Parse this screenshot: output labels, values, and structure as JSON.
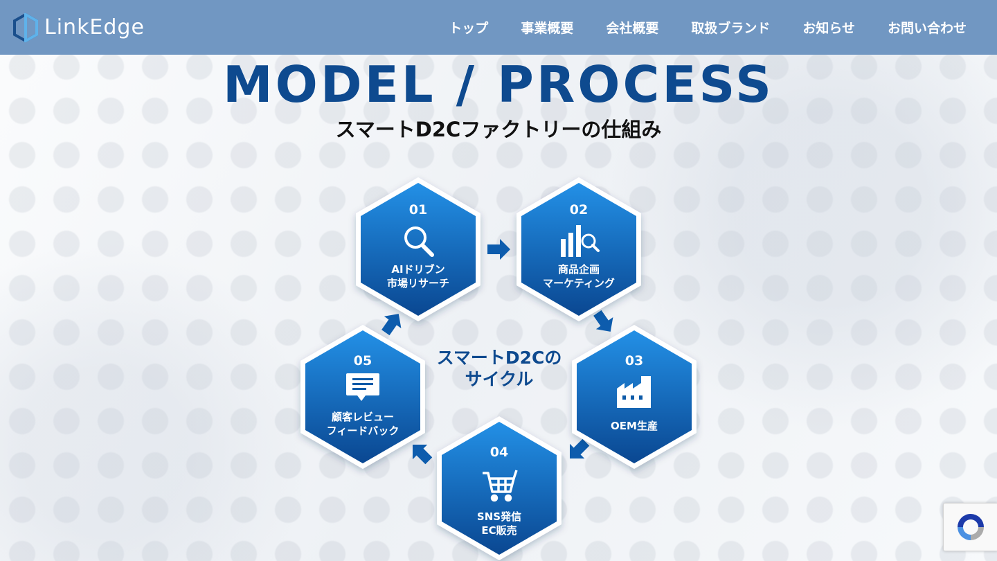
{
  "header": {
    "logo_text": "LinkEdge",
    "nav": [
      "トップ",
      "事業概要",
      "会社概要",
      "取扱ブランド",
      "お知らせ",
      "お問い合わせ"
    ]
  },
  "hero": {
    "title": "MODEL / PROCESS",
    "subtitle": "スマートD2Cファクトリーの仕組み"
  },
  "cycle": {
    "center_line1": "スマートD2Cの",
    "center_line2": "サイクル",
    "steps": [
      {
        "num": "01",
        "line1": "AIドリブン",
        "line2": "市場リサーチ",
        "icon": "magnifier-icon"
      },
      {
        "num": "02",
        "line1": "商品企画",
        "line2": "マーケティング",
        "icon": "bar-chart-search-icon"
      },
      {
        "num": "03",
        "line1": "OEM生産",
        "line2": "",
        "icon": "factory-icon"
      },
      {
        "num": "04",
        "line1": "SNS発信",
        "line2": "EC販売",
        "icon": "shopping-cart-icon"
      },
      {
        "num": "05",
        "line1": "顧客レビュー",
        "line2": "フィードバック",
        "icon": "chat-bubble-icon"
      }
    ]
  },
  "colors": {
    "header_bg": "#7197c2",
    "title": "#0e4a8f",
    "hex_top": "#1f86de",
    "hex_bottom": "#0a4a96",
    "arrow": "#0d5cad"
  }
}
